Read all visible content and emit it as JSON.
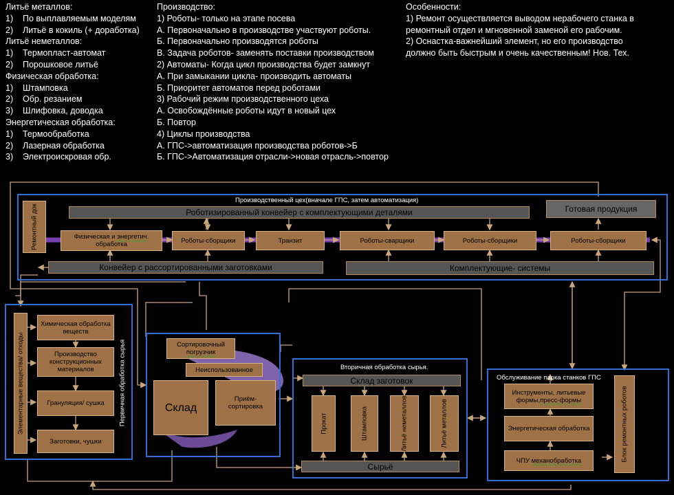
{
  "notes": {
    "col1": [
      {
        "n": "",
        "t": "Литьё металлов:"
      },
      {
        "n": "1)",
        "t": "По выплавляемым моделям"
      },
      {
        "n": "2)",
        "t": "Литьё в кокиль (+ доработка)"
      },
      {
        "n": "",
        "t": "Литьё неметаллов:"
      },
      {
        "n": "1)",
        "t": "Термопласт-автомат"
      },
      {
        "n": "2)",
        "t": "Порошковое литьё"
      },
      {
        "n": "",
        "t": "Физическая обработка:"
      },
      {
        "n": "1)",
        "t": "Штамповка"
      },
      {
        "n": "2)",
        "t": "Обр. резанием"
      },
      {
        "n": "3)",
        "t": "Шлифовка, доводка"
      },
      {
        "n": "",
        "t": "Энергетическая обработка:"
      },
      {
        "n": "1)",
        "t": "Термообработка"
      },
      {
        "n": "2)",
        "t": "Лазерная обработка"
      },
      {
        "n": "3)",
        "t": "Электроискровая обр."
      }
    ],
    "col2": [
      "Производство:",
      "1) Роботы- только на этапе посева",
      "А. Первоначально в производстве участвуют роботы.",
      "Б. Первоначально производятся роботы",
      "В. Задача роботов- заменять поставки производством",
      "2) Автоматы- Когда цикл производства будет замкнут",
      "А. При замыкании цикла- производить автоматы",
      "Б. Приоритет автоматов перед роботами",
      "3) Рабочий режим производственного цеха",
      "А. Освобождённые роботы идут в новый цех",
      "Б. Повтор",
      "4) Циклы производства",
      "А. ГПС->автоматизация производства роботов->Б",
      "Б. ГПС->Автоматизация отрасли->новая отрасль->повтор"
    ],
    "col3": [
      "Особенности:",
      "1) Ремонт осуществляется выводом нерабочего станка в",
      "ремонтный отдел и мгновенной заменой его рабочим.",
      "2) Оснастка-важнейший элемент, но его производство",
      "должно быть быстрым и очень качественным! Нов. Тех."
    ]
  },
  "workshop": {
    "title": "Производственный цех(вначале ГПС, затем автоматизация)",
    "repair_dock": "Ремонтный док",
    "conveyor_top": "Роботизированный конвейер с комплектующими деталями",
    "finished": "Готовая продукция",
    "stations": {
      "s1_a": "Физическая и ",
      "s1_b": "энергетич",
      "s1_c": ". обработка",
      "s2": "Роботы-сборщики",
      "s3": "Транзит",
      "s4": "Роботы-сварщики",
      "s5": "Роботы-сборщики",
      "s6": "Роботы-сборщики"
    },
    "conveyor_bottom": "Конвейер с рассортированными заготовками",
    "components": "Комплектующие- системы"
  },
  "primary": {
    "title": "Первичная обработка сырья",
    "side": "Элементарные вещества/ отходы",
    "chem": "Химическая обработка веществ",
    "construct": "Производство конструкционных материалов",
    "granule": "Грануляция/ сушка",
    "blanks": "Заготовки, чушки"
  },
  "warehouse": {
    "loader_a": "Сортировочный ",
    "loader_b": "погрузчик",
    "unused": "Неиспользованное",
    "store": "Склад",
    "sort": "Приём-сортировка"
  },
  "secondary": {
    "title": "Вторичная обработка сырья.",
    "blank_store": "Склад заготовок",
    "cols": [
      "Прокат",
      "Штамповка",
      "Литьё неметаллов",
      "Литьё металлов"
    ],
    "raw": "Сырьё"
  },
  "service": {
    "title": "Обслуживание парка станков ГПС",
    "tools_a": "Инструменты, литьевые формы,",
    "tools_b": "пресс-формы",
    "energy": "Энергетическая обработка",
    "cnc_a": "ЧПУ ",
    "cnc_b": "механобработка",
    "robots": "Блок ремонтных роботов"
  },
  "colors": {
    "panel_border": "#2f6fd6",
    "box": "#9e7246",
    "bar": "#555555",
    "purple": "#7a3fb0",
    "arrow": "#c9a57c"
  }
}
